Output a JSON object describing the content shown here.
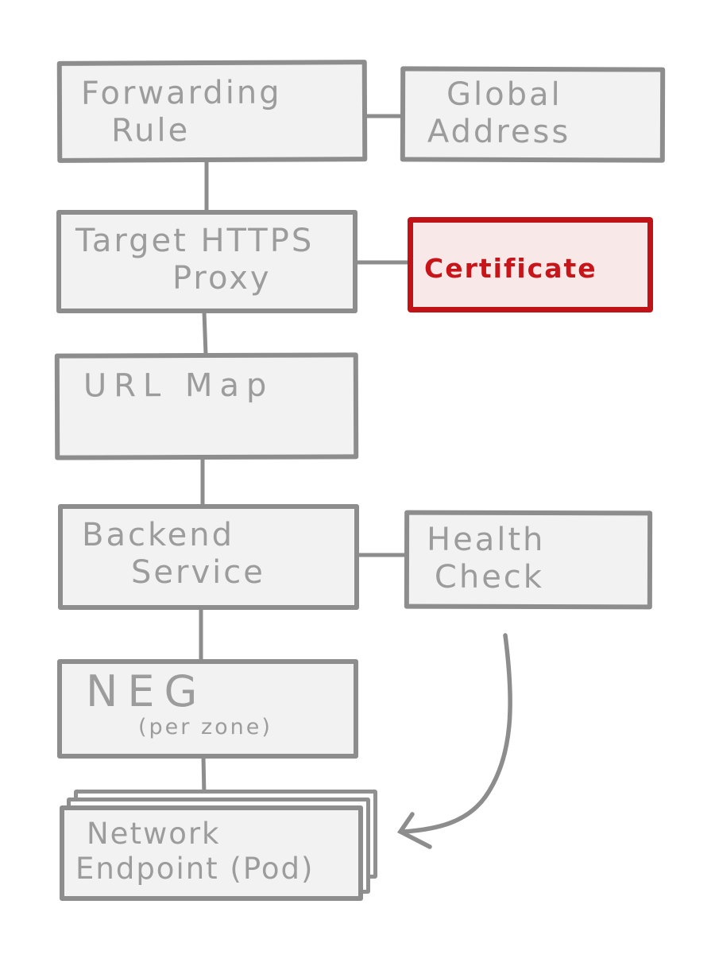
{
  "diagram": {
    "kind": "hand-drawn architecture sketch",
    "nodes": {
      "forwarding_rule": {
        "lines": [
          "Forwarding",
          "Rule"
        ]
      },
      "global_address": {
        "lines": [
          "Global",
          "Address"
        ]
      },
      "target_https_proxy": {
        "lines": [
          "Target HTTPS",
          "Proxy"
        ]
      },
      "certificate": {
        "lines": [
          "Certificate"
        ],
        "highlighted": true
      },
      "url_map": {
        "lines": [
          "URL Map"
        ]
      },
      "backend_service": {
        "lines": [
          "Backend",
          "Service"
        ]
      },
      "health_check": {
        "lines": [
          "Health",
          "Check"
        ]
      },
      "neg": {
        "lines": [
          "NEG"
        ],
        "sublabel": "(per zone)"
      },
      "network_endpoint": {
        "lines": [
          "Network",
          "Endpoint (Pod)"
        ],
        "stacked": true
      }
    },
    "edges": [
      {
        "from": "forwarding_rule",
        "to": "global_address",
        "style": "line"
      },
      {
        "from": "forwarding_rule",
        "to": "target_https_proxy",
        "style": "line"
      },
      {
        "from": "target_https_proxy",
        "to": "certificate",
        "style": "line"
      },
      {
        "from": "target_https_proxy",
        "to": "url_map",
        "style": "line"
      },
      {
        "from": "url_map",
        "to": "backend_service",
        "style": "line"
      },
      {
        "from": "backend_service",
        "to": "health_check",
        "style": "line"
      },
      {
        "from": "backend_service",
        "to": "neg",
        "style": "line"
      },
      {
        "from": "neg",
        "to": "network_endpoint",
        "style": "line"
      },
      {
        "from": "health_check",
        "to": "network_endpoint",
        "style": "curved-arrow"
      }
    ],
    "colors": {
      "background": "#ffffff",
      "box_border": "#8d8d8d",
      "box_fill": "#f2f2f3",
      "text": "#9c9c9c",
      "connector": "#8d8d8d",
      "highlight_border": "#c11217",
      "highlight_fill": "#f8e8e8",
      "highlight_text": "#c8151a"
    }
  }
}
